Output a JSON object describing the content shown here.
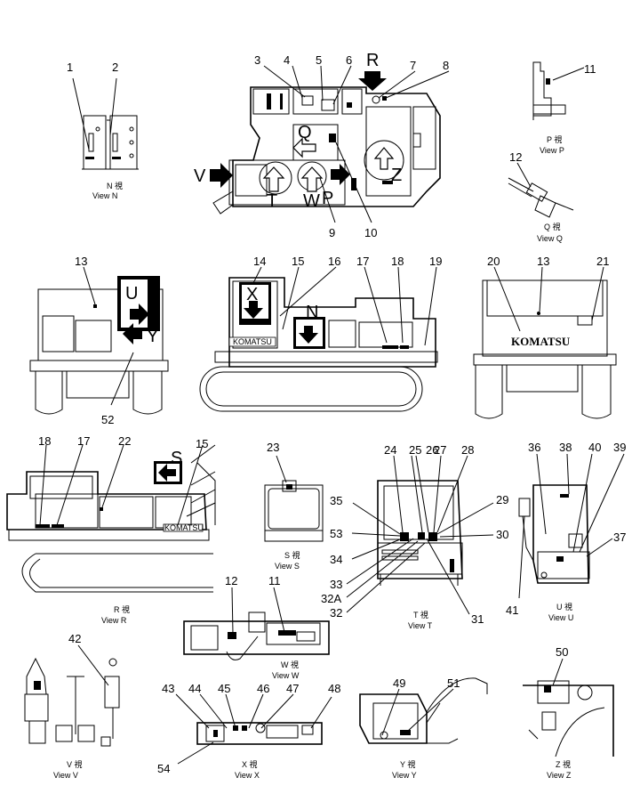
{
  "callouts": {
    "c1": "1",
    "c2": "2",
    "c3": "3",
    "c4": "4",
    "c5": "5",
    "c6": "6",
    "c7": "7",
    "c8": "8",
    "c9": "9",
    "c10": "10",
    "c11": "11",
    "c12": "12",
    "c13a": "13",
    "c13b": "13",
    "c14": "14",
    "c15a": "15",
    "c15b": "15",
    "c16": "16",
    "c17a": "17",
    "c17b": "17",
    "c18a": "18",
    "c18b": "18",
    "c19": "19",
    "c20": "20",
    "c21": "21",
    "c22": "22",
    "c23": "23",
    "c24": "24",
    "c25": "25",
    "c26": "26",
    "c27": "27",
    "c28": "28",
    "c29": "29",
    "c30": "30",
    "c31": "31",
    "c32": "32",
    "c32a": "32A",
    "c33": "33",
    "c34": "34",
    "c35": "35",
    "c36": "36",
    "c37": "37",
    "c38": "38",
    "c39": "39",
    "c40": "40",
    "c41": "41",
    "c42": "42",
    "c43": "43",
    "c44": "44",
    "c45": "45",
    "c46": "46",
    "c47": "47",
    "c48": "48",
    "c49": "49",
    "c50": "50",
    "c51": "51",
    "c52": "52",
    "c53": "53",
    "c54": "54"
  },
  "direction_letters": {
    "R": "R",
    "V": "V",
    "T": "T",
    "W": "W",
    "P": "P",
    "Q": "Q",
    "Z": "Z",
    "U": "U",
    "Y": "Y",
    "X": "X",
    "N": "N",
    "S": "S"
  },
  "captions": {
    "N": {
      "jp": "N 視",
      "en": "View N"
    },
    "P": {
      "jp": "P 視",
      "en": "View P"
    },
    "Q": {
      "jp": "Q 視",
      "en": "View Q"
    },
    "R": {
      "jp": "R 視",
      "en": "View R"
    },
    "S": {
      "jp": "S 視",
      "en": "View S"
    },
    "T": {
      "jp": "T 視",
      "en": "View T"
    },
    "U": {
      "jp": "U 視",
      "en": "View U"
    },
    "W": {
      "jp": "W 視",
      "en": "View W"
    },
    "V": {
      "jp": "V 視",
      "en": "View V"
    },
    "X": {
      "jp": "X 視",
      "en": "View X"
    },
    "Y": {
      "jp": "Y 視",
      "en": "View Y"
    },
    "Z": {
      "jp": "Z 視",
      "en": "View Z"
    }
  },
  "brand_logo": "KOMATSU",
  "colors": {
    "line": "#000000",
    "background": "#ffffff"
  }
}
